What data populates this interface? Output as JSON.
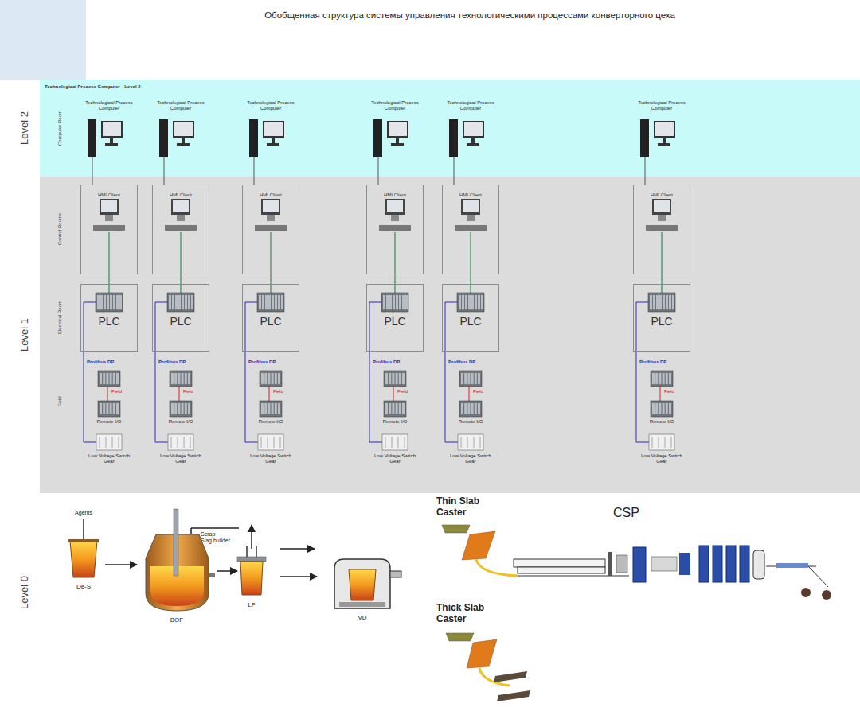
{
  "diagram": {
    "title": "Обобщенная структура системы управления технологическими процессами конверторного цеха",
    "nodes": [
      {
        "text": [
          "Level 2",
          "Technological Process Computer - Level 2"
        ]
      },
      {
        "text": [
          "Level 1"
        ]
      },
      {
        "text": [
          "HMI Client"
        ],
        "in": 1
      },
      {
        "text": [
          "PLC"
        ],
        "in": 1
      },
      {
        "text": [
          "HMI Client"
        ],
        "in": 1
      },
      {
        "text": [
          "PLC"
        ],
        "in": 1
      },
      {
        "text": [
          "HMI Client"
        ],
        "in": 1
      },
      {
        "text": [
          "PLC"
        ],
        "in": 1
      },
      {
        "text": [
          "HMI Client"
        ],
        "in": 1
      },
      {
        "text": [
          "PLC"
        ],
        "in": 1
      },
      {
        "text": [
          "HMI Client"
        ],
        "in": 1
      },
      {
        "text": [
          "PLC"
        ],
        "in": 1
      },
      {
        "text": [
          "HMI Client"
        ],
        "in": 1
      },
      {
        "text": [
          "PLC"
        ],
        "in": 1
      }
    ],
    "edges": [
      {
        "from": 2,
        "to": 3,
        "arrow": "none"
      },
      {
        "from": 4,
        "to": 5,
        "arrow": "none"
      },
      {
        "from": 6,
        "to": 7,
        "arrow": "none"
      },
      {
        "from": 8,
        "to": 9,
        "arrow": "none"
      },
      {
        "from": 10,
        "to": 11,
        "arrow": "none"
      },
      {
        "from": 12,
        "to": 13,
        "arrow": "none"
      }
    ],
    "labels": [
      "Computer Room",
      "Control Rooms",
      "Electrical Room",
      "Field",
      "Level 0",
      "Technological Process Computer",
      "Profibus DP",
      "Field",
      "Remote I/O",
      "Low Voltage Switch Gear",
      "Technological Process Computer",
      "Profibus DP",
      "Field",
      "Remote I/O",
      "Low Voltage Switch Gear",
      "Technological Process Computer",
      "Profibus DP",
      "Field",
      "Remote I/O",
      "Low Voltage Switch Gear",
      "Technological Process Computer",
      "Profibus DP",
      "Field",
      "Remote I/O",
      "Low Voltage Switch Gear",
      "Technological Process Computer",
      "Profibus DP",
      "Field",
      "Remote I/O",
      "Low Voltage Switch Gear",
      "Technological Process Computer",
      "Profibus DP",
      "Field",
      "Remote I/O",
      "Low Voltage Switch Gear",
      "Agents",
      "Scrap",
      "Slag builder",
      "De-S",
      "BOF",
      "LF",
      "VD",
      "Thin Slab Caster",
      "Thick Slab Caster",
      "CSP"
    ]
  }
}
